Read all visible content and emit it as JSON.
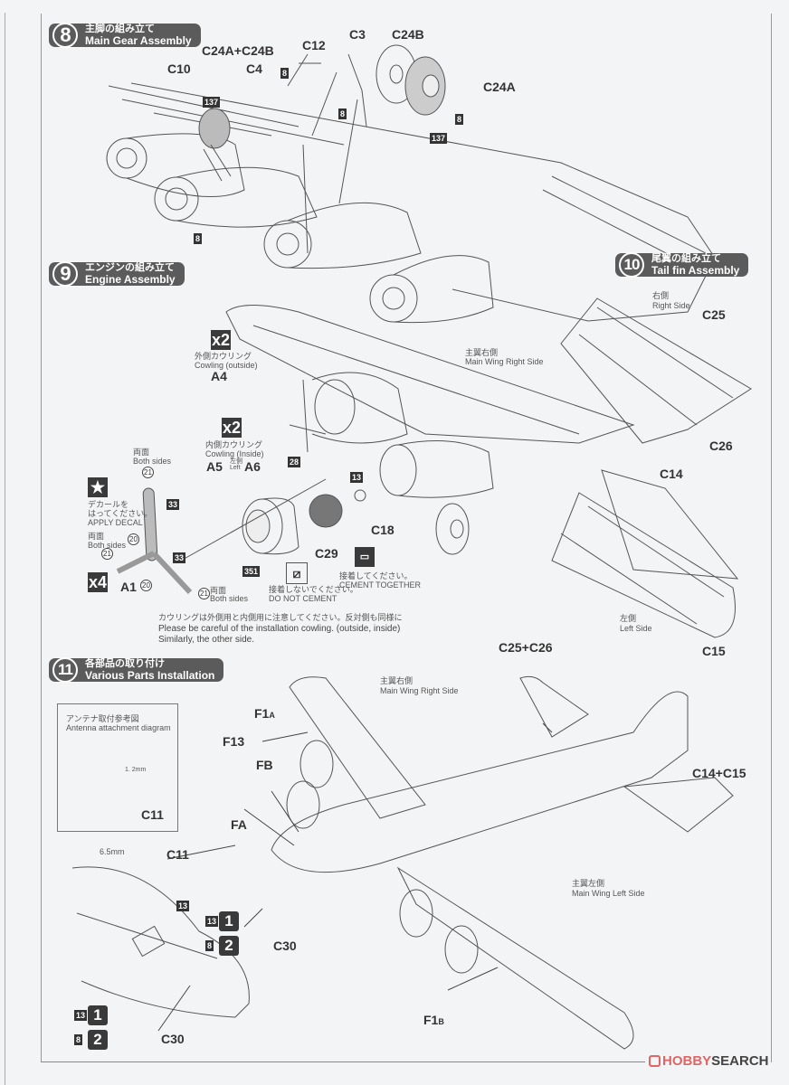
{
  "steps": [
    {
      "number": "8",
      "title_jp": "主脚の組み立て",
      "title_en": "Main Gear Assembly"
    },
    {
      "number": "9",
      "title_jp": "エンジンの組み立て",
      "title_en": "Engine Assembly"
    },
    {
      "number": "10",
      "title_jp": "尾翼の組み立て",
      "title_en": "Tail fin Assembly"
    },
    {
      "number": "11",
      "title_jp": "各部品の取り付け",
      "title_en": "Various Parts Installation"
    }
  ],
  "step8": {
    "parts": [
      "C24A+C24B",
      "C10",
      "C4",
      "C12",
      "C3",
      "C24B",
      "C24A"
    ],
    "colors": [
      "137",
      "8",
      "8",
      "8",
      "8",
      "137"
    ]
  },
  "step9": {
    "qty_outside": "x2",
    "cowling_outside_jp": "外側カウリング",
    "cowling_outside_en": "Cowling (outside)",
    "part_a4": "A4",
    "qty_inside": "x2",
    "cowling_inside_jp": "内側カウリング",
    "cowling_inside_en": "Cowling (Inside)",
    "part_a5": "A5",
    "left_jp": "左側",
    "left_en": "Left",
    "part_a6": "A6",
    "both_sides_jp": "両面",
    "both_sides_en": "Both sides",
    "decal_jp_1": "デカールを",
    "decal_jp_2": "はってください。",
    "decal_en": "APPLY DECAL",
    "qty_prop": "x4",
    "part_a1": "A1",
    "part_c29": "C29",
    "part_c18": "C18",
    "color_28": "28",
    "color_13": "13",
    "color_33": "33",
    "color_351": "351",
    "circ_21": "21",
    "circ_20": "20",
    "cement_together_jp": "接着してください。",
    "cement_together_en": "CEMENT TOGETHER",
    "no_cement_jp": "接着しないでください。",
    "no_cement_en": "DO NOT CEMENT",
    "wing_right_jp": "主翼右側",
    "wing_right_en": "Main Wing Right Side",
    "note_jp": "カウリングは外側用と内側用に注意してください。反対側も同様に",
    "note_en_1": "Please be careful of the installation cowling. (outside, inside)",
    "note_en_2": "Similarly, the other side."
  },
  "step10": {
    "right_jp": "右側",
    "right_en": "Right Side",
    "left_jp": "左側",
    "left_en": "Left Side",
    "parts": [
      "C25",
      "C26",
      "C14",
      "C15"
    ]
  },
  "step11": {
    "antenna_jp": "アンテナ取付参考図",
    "antenna_en": "Antenna attachment diagram",
    "dim_12": "1. 2mm",
    "dim_65": "6.5mm",
    "part_c11": "C11",
    "part_f1a": "F1",
    "sub_a": "A",
    "part_f13": "F13",
    "part_fb": "FB",
    "part_fa": "FA",
    "part_c30": "C30",
    "part_f1b": "F1",
    "sub_b": "B",
    "part_c25c26": "C25+C26",
    "part_c14c15": "C14+C15",
    "wing_right_jp": "主翼右側",
    "wing_right_en": "Main Wing Right Side",
    "wing_left_jp": "主翼左側",
    "wing_left_en": "Main Wing Left Side",
    "color_13": "13",
    "color_8": "8",
    "seq_1": "1",
    "seq_2": "2"
  },
  "watermark": {
    "brand_a": "HOBBY",
    "brand_b": "SEARCH"
  }
}
